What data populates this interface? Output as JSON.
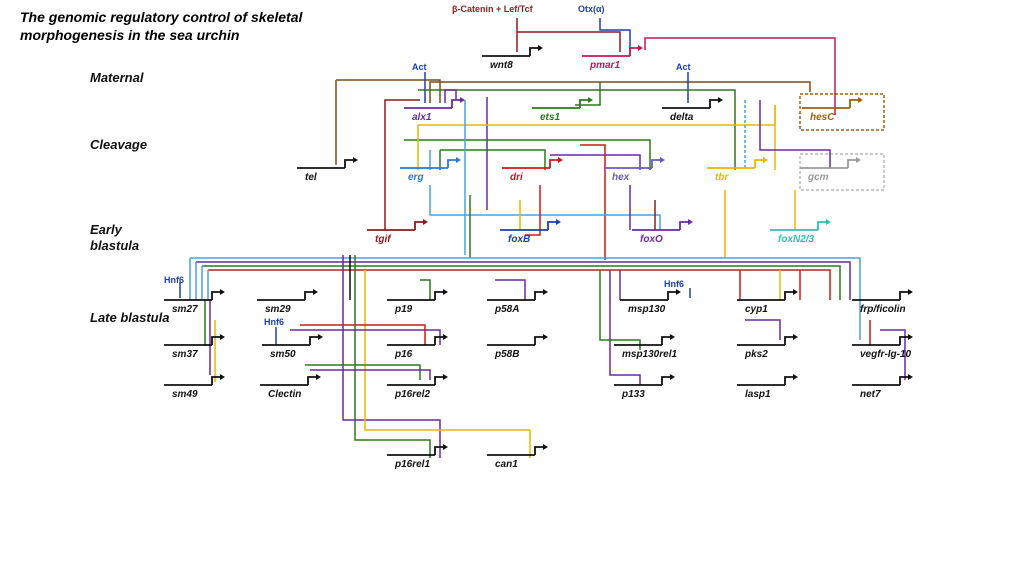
{
  "title": "The genomic regulatory control of skeletal morphogenesis in the sea urchin",
  "stages": [
    "Maternal",
    "Cleavage",
    "Early blastula",
    "Late blastula"
  ],
  "inputs": {
    "bcatenin": "β-Catenin + Lef/Tcf",
    "otx": "Otx(α)",
    "act": "Act",
    "hnf6": "Hnf6"
  },
  "colors": {
    "brown": "#7a4a1c",
    "darkred": "#8b1c1c",
    "pink": "#c8145a",
    "blue": "#1a3fb0",
    "green": "#2a7a1a",
    "purple": "#6a2aa0",
    "red": "#d01818",
    "orange": "#a0600a",
    "lightblue": "#4aa0e0",
    "gold": "#e8b800",
    "teal": "#30c0b0",
    "gray": "#999999",
    "dark": "#111111"
  },
  "genes": [
    {
      "label": "wnt8",
      "color": "#111111"
    },
    {
      "label": "pmar1",
      "color": "#c8145a"
    },
    {
      "label": "alx1",
      "color": "#6a2aa0"
    },
    {
      "label": "ets1",
      "color": "#2a7a1a"
    },
    {
      "label": "delta",
      "color": "#111111"
    },
    {
      "label": "hesC",
      "color": "#a0600a"
    },
    {
      "label": "tel",
      "color": "#111111"
    },
    {
      "label": "erg",
      "color": "#2a7ad0"
    },
    {
      "label": "dri",
      "color": "#d01818"
    },
    {
      "label": "hex",
      "color": "#6a5ac0"
    },
    {
      "label": "tbr",
      "color": "#e8b800"
    },
    {
      "label": "gcm",
      "color": "#999999"
    },
    {
      "label": "tgif",
      "color": "#8b1c1c"
    },
    {
      "label": "foxB",
      "color": "#1a3fb0"
    },
    {
      "label": "foxO",
      "color": "#6a2aa0"
    },
    {
      "label": "foxN2/3",
      "color": "#30c0b0"
    },
    {
      "label": "sm27",
      "color": "#111111"
    },
    {
      "label": "sm29",
      "color": "#111111"
    },
    {
      "label": "p19",
      "color": "#111111"
    },
    {
      "label": "p58A",
      "color": "#111111"
    },
    {
      "label": "msp130",
      "color": "#111111"
    },
    {
      "label": "cyp1",
      "color": "#111111"
    },
    {
      "label": "frp/ficolin",
      "color": "#111111"
    },
    {
      "label": "sm37",
      "color": "#111111"
    },
    {
      "label": "sm50",
      "color": "#111111"
    },
    {
      "label": "p16",
      "color": "#111111"
    },
    {
      "label": "p58B",
      "color": "#111111"
    },
    {
      "label": "msp130rel1",
      "color": "#111111"
    },
    {
      "label": "pks2",
      "color": "#111111"
    },
    {
      "label": "vegfr-Ig-10",
      "color": "#111111"
    },
    {
      "label": "sm49",
      "color": "#111111"
    },
    {
      "label": "Clectin",
      "color": "#111111"
    },
    {
      "label": "p16rel2",
      "color": "#111111"
    },
    {
      "label": "p133",
      "color": "#111111"
    },
    {
      "label": "lasp1",
      "color": "#111111"
    },
    {
      "label": "net7",
      "color": "#111111"
    },
    {
      "label": "p16rel1",
      "color": "#111111"
    },
    {
      "label": "can1",
      "color": "#111111"
    }
  ]
}
